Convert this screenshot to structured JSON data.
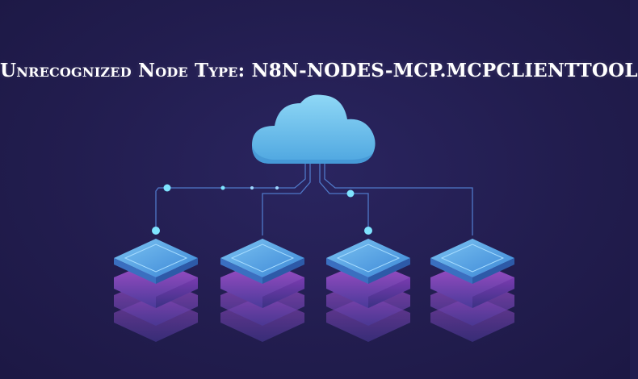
{
  "headline": "Unrecognized Node Type: N8N-NODES-MCP.MCPCLIENTTOOL",
  "illustration": {
    "subject": "cloud-server-network",
    "server_count": 4,
    "colors": {
      "background": "#221d4f",
      "cloud": "#6ec6ee",
      "server_top": "#5aaee6",
      "server_side": "#8a3fb7",
      "connector": "#5b8ad8",
      "node_dot": "#7fe4ff"
    }
  }
}
